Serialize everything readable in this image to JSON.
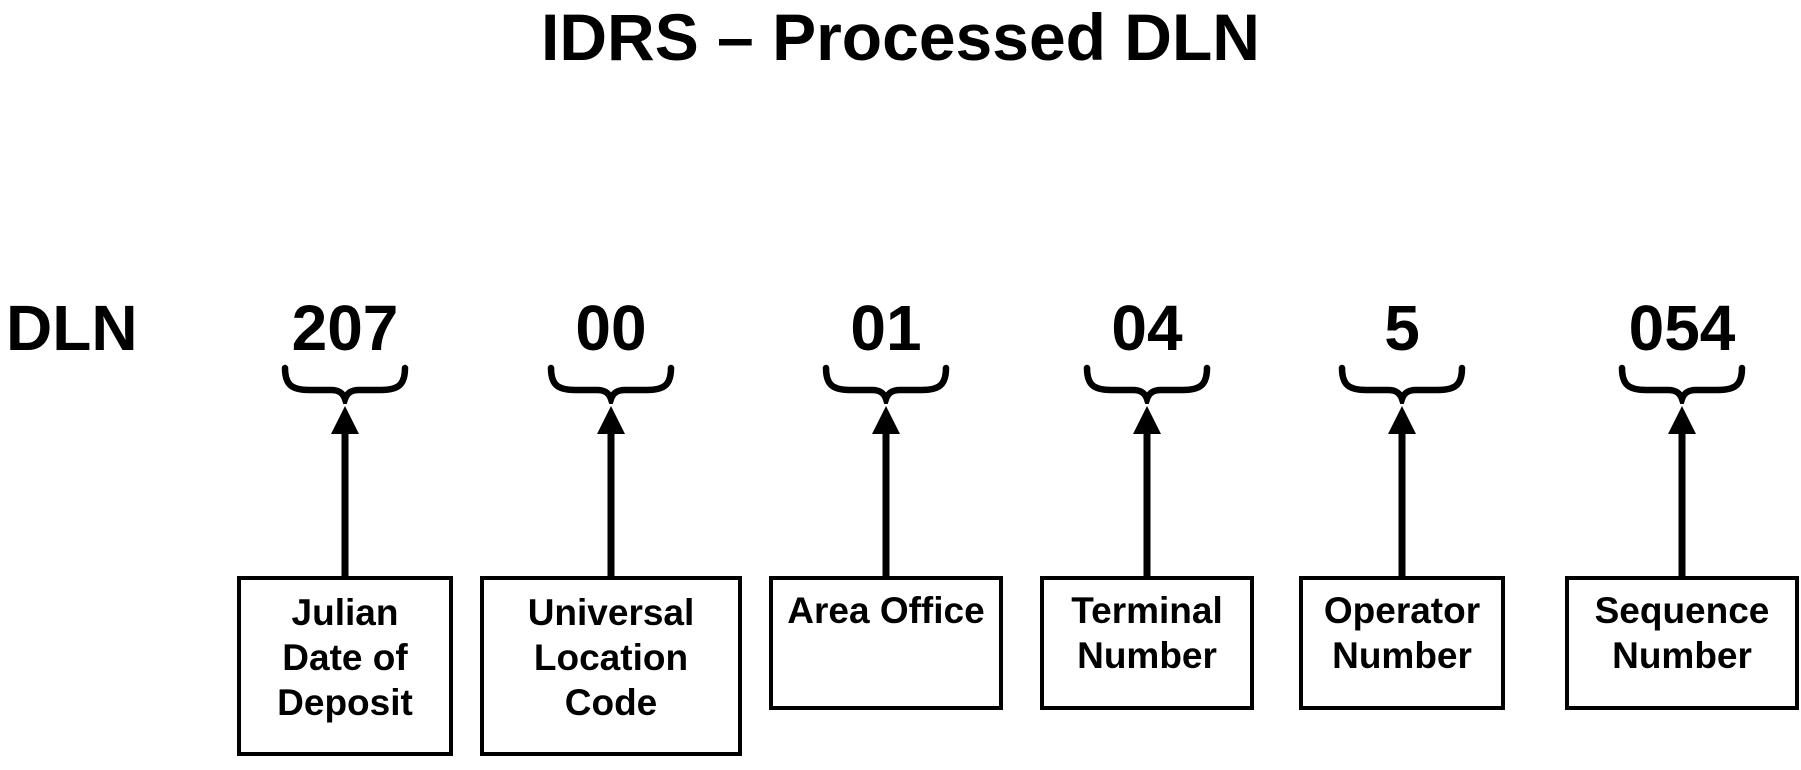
{
  "title": "IDRS – Processed DLN",
  "dln_label": "DLN",
  "colors": {
    "foreground": "#000000",
    "background": "#ffffff"
  },
  "segments": [
    {
      "value": "207",
      "label": "Julian Date of Deposit"
    },
    {
      "value": "00",
      "label": "Universal Location Code"
    },
    {
      "value": "01",
      "label": "Area Office"
    },
    {
      "value": "04",
      "label": "Terminal Number"
    },
    {
      "value": "5",
      "label": "Operator Number"
    },
    {
      "value": "054",
      "label": "Sequence Number"
    }
  ]
}
